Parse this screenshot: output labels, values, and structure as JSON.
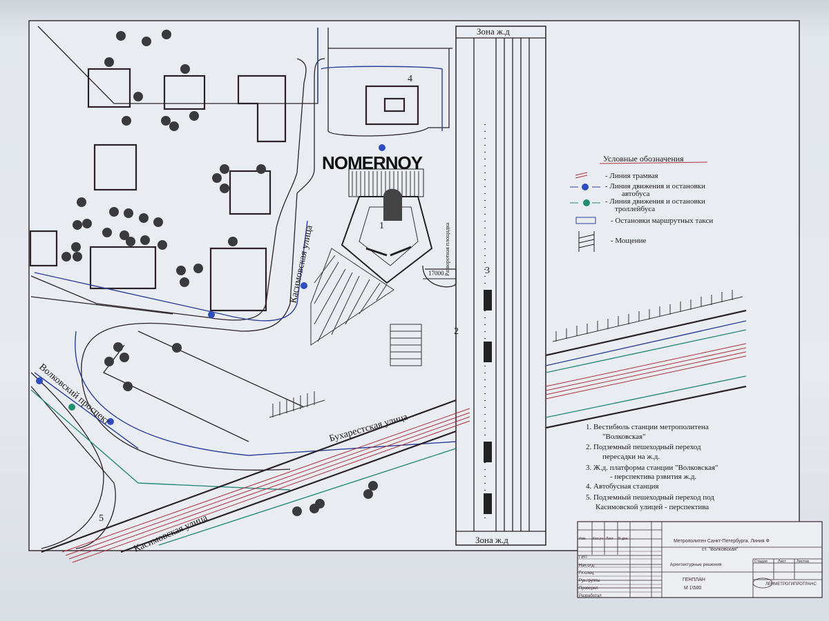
{
  "watermark": "NOMERNOY",
  "zones": {
    "rail_top": "Зона ж.д",
    "rail_bottom": "Зона ж.д"
  },
  "streets": {
    "kasimovskaya_upper": "Касимовская улица",
    "kasimovskaya_lower": "Касимовская улица",
    "bukharestskaya": "Бухарестская улица",
    "volkovsky": "Волковский проспект"
  },
  "markers": [
    "1",
    "2",
    "3",
    "4",
    "5"
  ],
  "dimension": "17000",
  "turnaround": "Разворотная площадка",
  "legend": {
    "title": "Условные обозначения",
    "items": [
      "- Линия  трамвая",
      "- Линия  движения и остановки",
      "автобуса",
      "- Линия  движения и остановки",
      "троллейбуса",
      "- Остановки   маршрутных такси",
      "- Мощение"
    ]
  },
  "notes": [
    {
      "l1": "1.  Вестибюль станции метрополитена",
      "l2": "\"Волковская\""
    },
    {
      "l1": "2.  Подземный пешеходный переход",
      "l2": "пересадки на ж.д."
    },
    {
      "l1": "3.  Ж.д. платформа станции \"Волковская\"",
      "l2": "- перспектива рзвития ж.д."
    },
    {
      "l1": "4.  Автобусная станция",
      "l2": ""
    },
    {
      "l1": "5.  Подземный пешеходный переход под",
      "l2": "Касимовской улицей - перспектива"
    }
  ],
  "title_block": {
    "cols": [
      "Изм.",
      "Кол.уч",
      "Лист",
      "N док."
    ],
    "roles": [
      "ГИП",
      "Нач.отд.",
      "Гл.спец.",
      "Рук.группы",
      "Проверил",
      "Разработал"
    ],
    "project_l1": "Метрополитен  Санкт-Петербурга.  Линия  Ф",
    "project_l2": "ст.  \"Волковская\"",
    "section": "Архитектурные   решения",
    "sheet_title": "ГЕНПЛАН",
    "scale": "М  1\\500",
    "stage": "Стадия",
    "sheet": "Лист",
    "sheets": "Листов",
    "company": "ЛЕНМЕТРОГИПРОТРАНС"
  },
  "colors": {
    "tram": "#b0303a",
    "bus": "#2b3f9a",
    "trolleybus": "#268a7a",
    "ink": "#2a2226"
  }
}
